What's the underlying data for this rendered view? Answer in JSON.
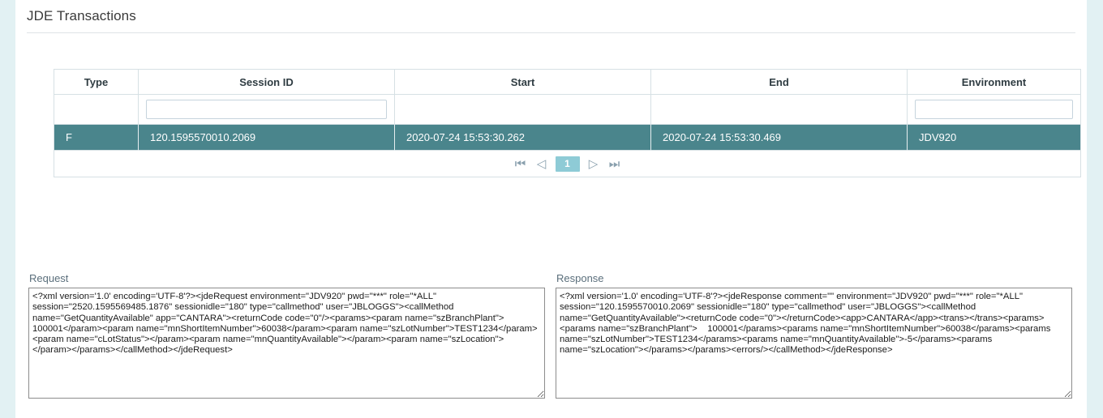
{
  "header": {
    "title": "JDE Transactions"
  },
  "grid": {
    "columns": [
      {
        "key": "type",
        "label": "Type",
        "filterable": false
      },
      {
        "key": "session_id",
        "label": "Session ID",
        "filterable": true
      },
      {
        "key": "start",
        "label": "Start",
        "filterable": false
      },
      {
        "key": "end",
        "label": "End",
        "filterable": false
      },
      {
        "key": "environment",
        "label": "Environment",
        "filterable": true
      }
    ],
    "filters": {
      "session_id": "",
      "environment": ""
    },
    "rows": [
      {
        "type": "F",
        "session_id": "120.1595570010.2069",
        "start": "2020-07-24 15:53:30.262",
        "end": "2020-07-24 15:53:30.469",
        "environment": "JDV920",
        "selected": true
      }
    ],
    "pager": {
      "first_label": "⏮",
      "prev_label": "◁",
      "current_page": "1",
      "next_label": "▷",
      "last_label": "⏭"
    }
  },
  "panels": {
    "request": {
      "label": "Request",
      "value": "<?xml version='1.0' encoding='UTF-8'?><jdeRequest environment=\"JDV920\" pwd=\"***\" role=\"*ALL\" session=\"2520.1595569485.1876\" sessionidle=\"180\" type=\"callmethod\" user=\"JBLOGGS\"><callMethod name=\"GetQuantityAvailable\" app=\"CANTARA\"><returnCode code=\"0\"/><params><param name=\"szBranchPlant\">    100001</param><param name=\"mnShortItemNumber\">60038</param><param name=\"szLotNumber\">TEST1234</param><param name=\"cLotStatus\"></param><param name=\"mnQuantityAvailable\"></param><param name=\"szLocation\">             </param></params></callMethod></jdeRequest>"
    },
    "response": {
      "label": "Response",
      "value": "<?xml version='1.0' encoding='UTF-8'?><jdeResponse comment=\"\" environment=\"JDV920\" pwd=\"***\" role=\"*ALL\" session=\"120.1595570010.2069\" sessionidle=\"180\" type=\"callmethod\" user=\"JBLOGGS\"><callMethod name=\"GetQuantityAvailable\"><returnCode code=\"0\"></returnCode><app>CANTARA</app><trans></trans><params><params name=\"szBranchPlant\">    100001</params><params name=\"mnShortItemNumber\">60038</params><params name=\"szLotNumber\">TEST1234</params><params name=\"mnQuantityAvailable\">-5</params><params name=\"szLocation\"></params></params><errors/></callMethod></jdeResponse>"
    }
  },
  "colors": {
    "selected_row": "#4a858c",
    "page_badge": "#8ecbd6",
    "rail": "#e2f1f3",
    "grid_border": "#d6e0e4"
  }
}
